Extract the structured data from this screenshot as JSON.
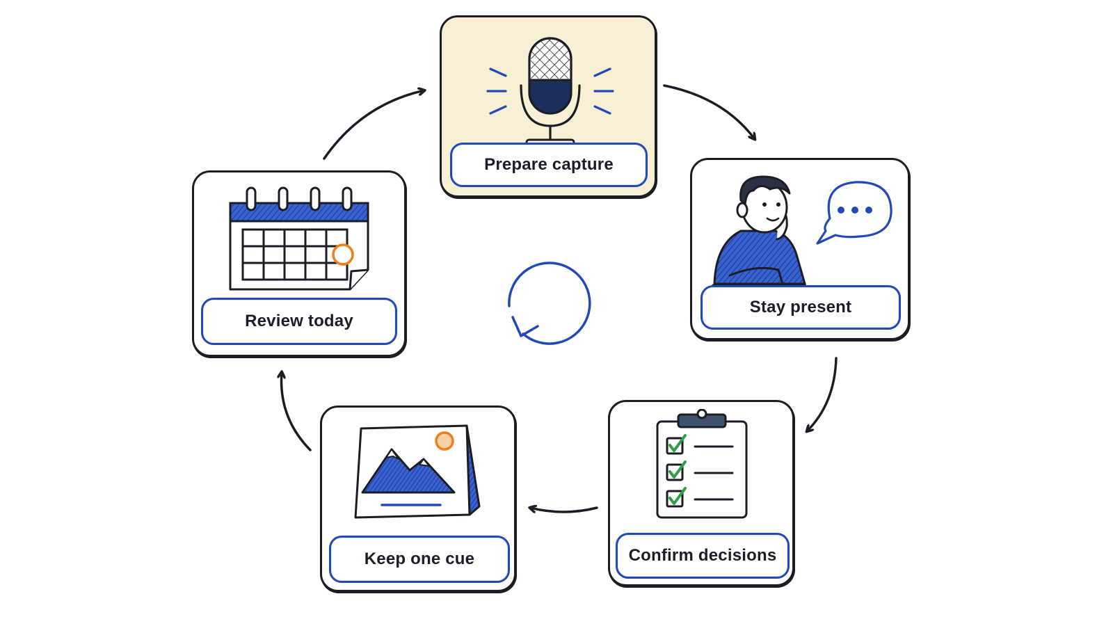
{
  "steps": [
    {
      "label": "Prepare capture",
      "icon": "microphone-icon",
      "highlighted": true
    },
    {
      "label": "Stay present",
      "icon": "person-speech-icon"
    },
    {
      "label": "Confirm decisions",
      "icon": "checklist-clipboard-icon"
    },
    {
      "label": "Keep one cue",
      "icon": "landscape-card-icon"
    },
    {
      "label": "Review today",
      "icon": "calendar-icon"
    }
  ],
  "center_icon": "cycle-refresh-icon",
  "colors": {
    "ink": "#1b1d24",
    "accent_blue": "#2149b8",
    "highlight_fill": "#f8efd5",
    "sun_orange": "#ef7d1a",
    "check_green": "#2ea043"
  }
}
